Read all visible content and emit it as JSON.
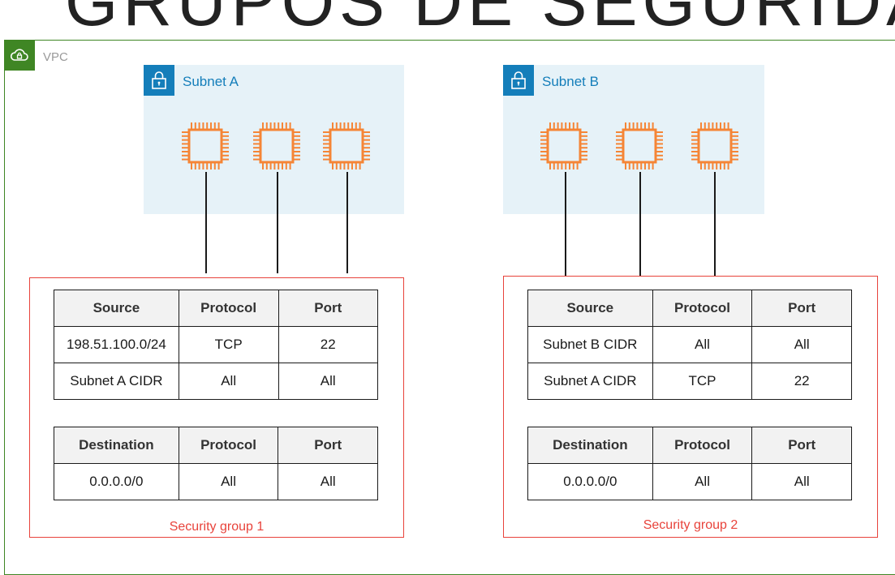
{
  "title": "GRUPOS DE SEGURIDAD (",
  "vpc": {
    "label": "VPC",
    "icon": "cloud-lock-icon",
    "color": "#3f8624"
  },
  "subnets": [
    {
      "label": "Subnet A",
      "icon": "padlock-icon",
      "instances": 3
    },
    {
      "label": "Subnet B",
      "icon": "padlock-icon",
      "instances": 3
    }
  ],
  "colors": {
    "subnet_bg": "#e6f2f8",
    "subnet_icon": "#147eba",
    "chip": "#f58536",
    "sg_border": "#e8433b"
  },
  "security_groups": [
    {
      "label": "Security group 1",
      "inbound": {
        "headers": [
          "Source",
          "Protocol",
          "Port"
        ],
        "rows": [
          [
            "198.51.100.0/24",
            "TCP",
            "22"
          ],
          [
            "Subnet A CIDR",
            "All",
            "All"
          ]
        ]
      },
      "outbound": {
        "headers": [
          "Destination",
          "Protocol",
          "Port"
        ],
        "rows": [
          [
            "0.0.0.0/0",
            "All",
            "All"
          ]
        ]
      }
    },
    {
      "label": "Security group 2",
      "inbound": {
        "headers": [
          "Source",
          "Protocol",
          "Port"
        ],
        "rows": [
          [
            "Subnet B CIDR",
            "All",
            "All"
          ],
          [
            "Subnet A CIDR",
            "TCP",
            "22"
          ]
        ]
      },
      "outbound": {
        "headers": [
          "Destination",
          "Protocol",
          "Port"
        ],
        "rows": [
          [
            "0.0.0.0/0",
            "All",
            "All"
          ]
        ]
      }
    }
  ]
}
